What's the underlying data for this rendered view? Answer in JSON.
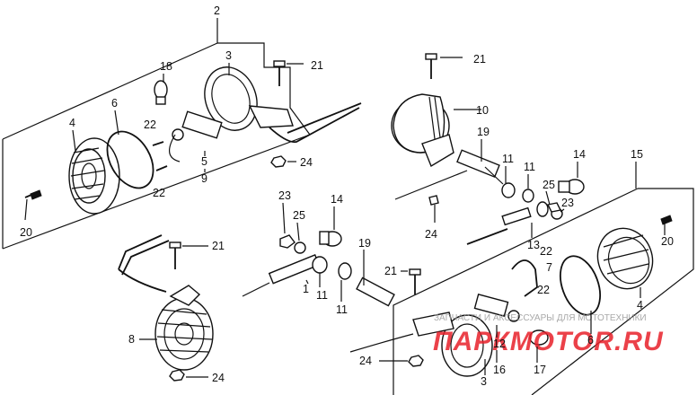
{
  "callouts": {
    "c2": "2",
    "c3_top": "3",
    "c18": "18",
    "c21_top": "21",
    "c6_left": "6",
    "c4_left": "4",
    "c22_a": "22",
    "c22_b": "22",
    "c5": "5",
    "c9": "9",
    "c20_left": "20",
    "c24_top": "24",
    "c21_right": "21",
    "c10": "10",
    "c19_right": "19",
    "c11_a": "11",
    "c11_b": "11",
    "c14_right": "14",
    "c15": "15",
    "c25_right": "25",
    "c23_right": "23",
    "c24_mid": "24",
    "c20_right": "20",
    "c13": "13",
    "c22_c": "22",
    "c7": "7",
    "c22_d": "22",
    "c4_right": "4",
    "c6_right": "6",
    "c23_mid": "23",
    "c25_mid": "25",
    "c14_mid": "14",
    "c19_mid": "19",
    "c21_left": "21",
    "c1": "1",
    "c11_c": "11",
    "c11_d": "11",
    "c21_lower": "21",
    "c8": "8",
    "c24_bottom_left": "24",
    "c24_bottom_mid": "24",
    "c3_bottom": "3",
    "c12": "12",
    "c16": "16",
    "c17": "17"
  },
  "watermark": {
    "caption": "ЗАПЧАСТИ И АКСЕССУАРЫ ДЛЯ МОТОТЕХНИКИ",
    "brand": "ПАРКМОТОR.RU"
  },
  "colors": {
    "ink": "#111111",
    "watermark": "#e8202a",
    "paper": "#ffffff"
  }
}
